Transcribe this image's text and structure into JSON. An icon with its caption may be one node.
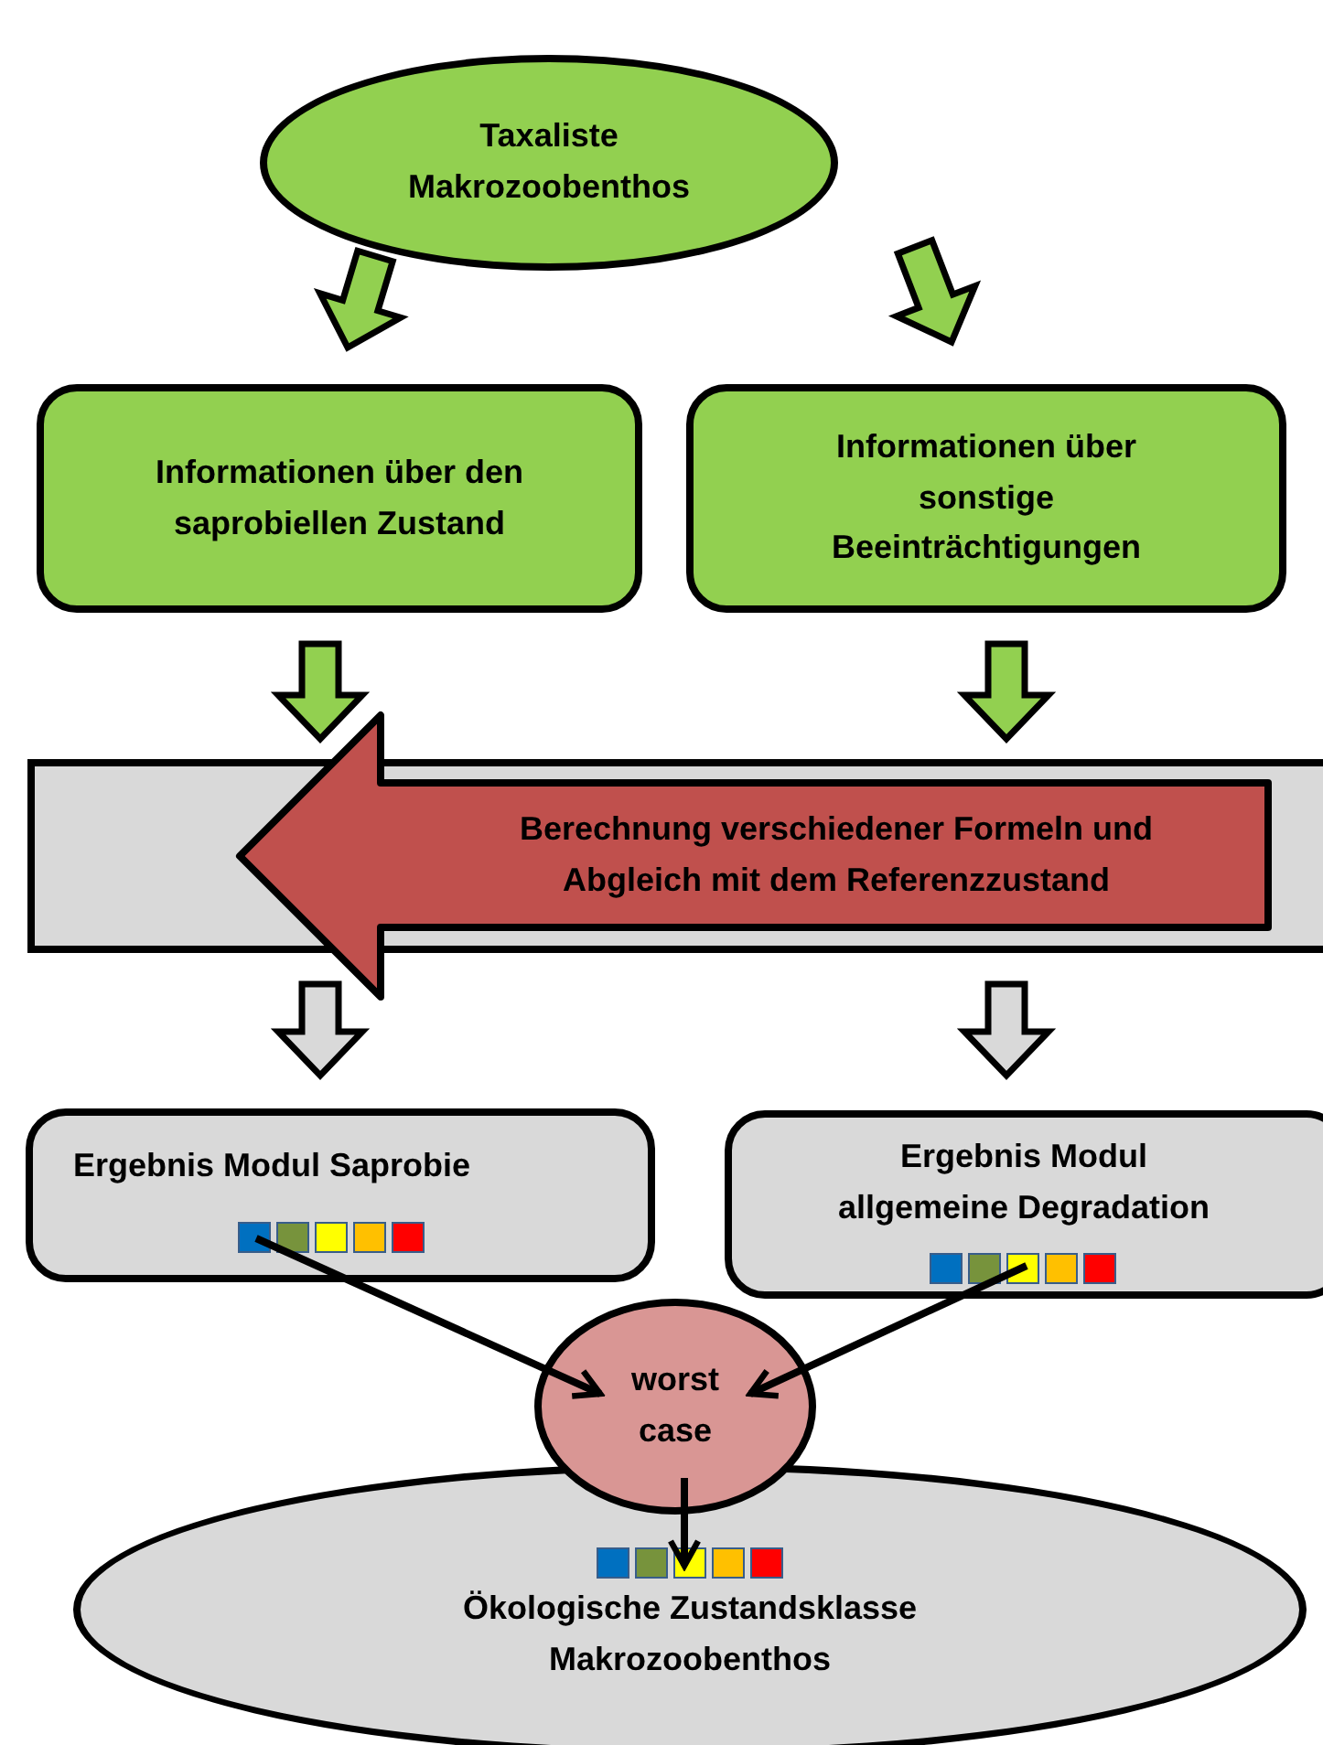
{
  "diagram": {
    "nodes": [
      {
        "text": [
          "Taxaliste Makrozoobenthos"
        ]
      },
      {
        "text": [
          "Informationen über den saprobiellen Zustand"
        ]
      },
      {
        "text": [
          "Informationen über sonstige Beeinträchtigungen"
        ]
      },
      {
        "text": [
          "Berechnung verschiedener Formeln und Abgleich mit dem Referenzzustand"
        ]
      },
      {
        "text": [
          "Ergebnis Modul Saprobie"
        ]
      },
      {
        "text": [
          "Ergebnis Modul allgemeine Degradation"
        ]
      },
      {
        "text": [
          "worst case"
        ]
      },
      {
        "text": [
          "Ökologische Zustandsklasse Makrozoobenthos"
        ]
      }
    ],
    "edges": [
      {
        "from": 0,
        "to": 1,
        "arrow": "to",
        "style": "thick",
        "color": "#92d050"
      },
      {
        "from": 0,
        "to": 2,
        "arrow": "to",
        "style": "thick",
        "color": "#92d050"
      },
      {
        "from": 1,
        "to": 3,
        "arrow": "to",
        "style": "thick",
        "color": "#92d050"
      },
      {
        "from": 2,
        "to": 3,
        "arrow": "to",
        "style": "thick",
        "color": "#92d050"
      },
      {
        "from": 3,
        "to": 4,
        "arrow": "to",
        "style": "thick",
        "color": "#d9d9d9"
      },
      {
        "from": 3,
        "to": 5,
        "arrow": "to",
        "style": "thick",
        "color": "#d9d9d9"
      },
      {
        "from": 4,
        "to": 6,
        "arrow": "to"
      },
      {
        "from": 5,
        "to": 6,
        "arrow": "to"
      },
      {
        "from": 6,
        "to": 7,
        "arrow": "to"
      }
    ]
  }
}
